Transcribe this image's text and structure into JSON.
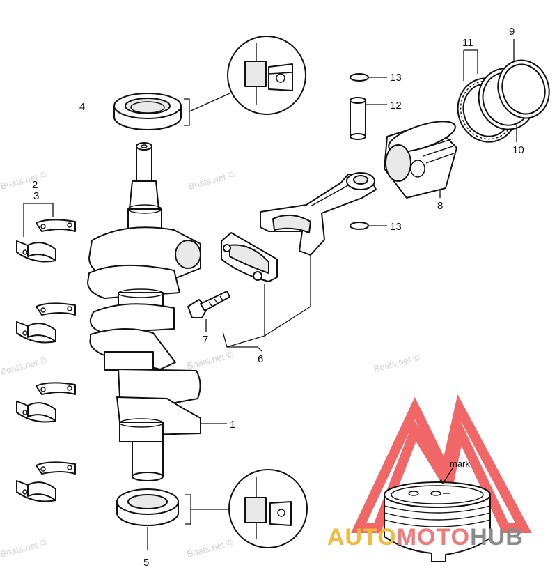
{
  "callouts": {
    "c1": "1",
    "c2": "2",
    "c3": "3",
    "c4": "4",
    "c5": "5",
    "c6": "6",
    "c7": "7",
    "c8": "8",
    "c9": "9",
    "c10": "10",
    "c11": "11",
    "c12": "12",
    "c13a": "13",
    "c13b": "13"
  },
  "mark_label": "mark",
  "watermark": {
    "text": "Boats.net ©",
    "color": "#cfcfcf"
  },
  "brand": {
    "part1": "AUTO",
    "part2": "MOTO",
    "part3": "HUB",
    "color_part1": "#f2b93b",
    "color_part2": "#f07a7a",
    "color_part3": "#8a8a8a",
    "logo_color": "#ee4b4b"
  }
}
